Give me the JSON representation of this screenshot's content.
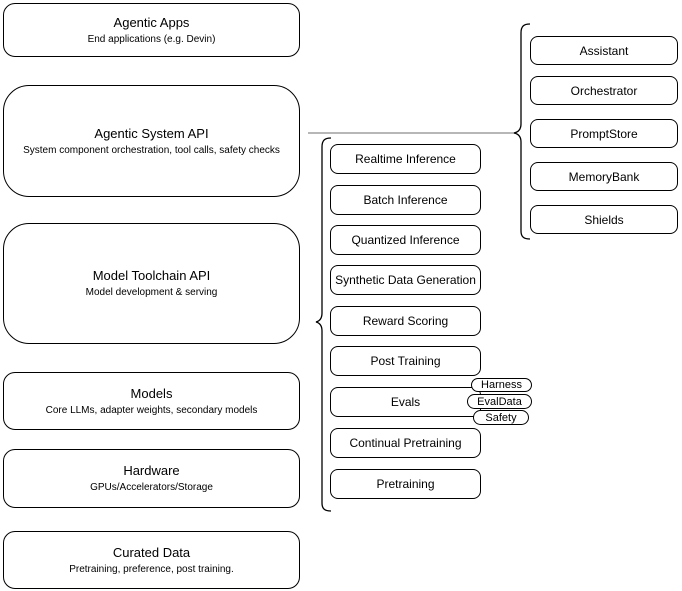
{
  "diagram": {
    "left_column": {
      "items": [
        {
          "title": "Agentic Apps",
          "subtitle": "End applications (e.g. Devin)"
        },
        {
          "title": "Agentic System API",
          "subtitle": "System component orchestration, tool calls, safety checks"
        },
        {
          "title": "Model Toolchain API",
          "subtitle": "Model development & serving"
        },
        {
          "title": "Models",
          "subtitle": "Core LLMs, adapter weights, secondary models"
        },
        {
          "title": "Hardware",
          "subtitle": "GPUs/Accelerators/Storage"
        },
        {
          "title": "Curated Data",
          "subtitle": "Pretraining, preference, post training."
        }
      ]
    },
    "toolchain_group": {
      "items": [
        {
          "label": "Realtime Inference"
        },
        {
          "label": "Batch Inference"
        },
        {
          "label": "Quantized Inference"
        },
        {
          "label": "Synthetic Data Generation"
        },
        {
          "label": "Reward Scoring"
        },
        {
          "label": "Post Training"
        },
        {
          "label": "Evals"
        },
        {
          "label": "Continual Pretraining"
        },
        {
          "label": "Pretraining"
        }
      ]
    },
    "evals_tags": {
      "items": [
        {
          "label": "Harness"
        },
        {
          "label": "EvalData"
        },
        {
          "label": "Safety"
        }
      ]
    },
    "system_group": {
      "items": [
        {
          "label": "Assistant"
        },
        {
          "label": "Orchestrator"
        },
        {
          "label": "PromptStore"
        },
        {
          "label": "MemoryBank"
        },
        {
          "label": "Shields"
        }
      ]
    },
    "colors": {
      "box_border": "#000000",
      "background": "#ffffff",
      "connector_line": "#8c8c8c",
      "brace_stroke": "#000000"
    }
  }
}
